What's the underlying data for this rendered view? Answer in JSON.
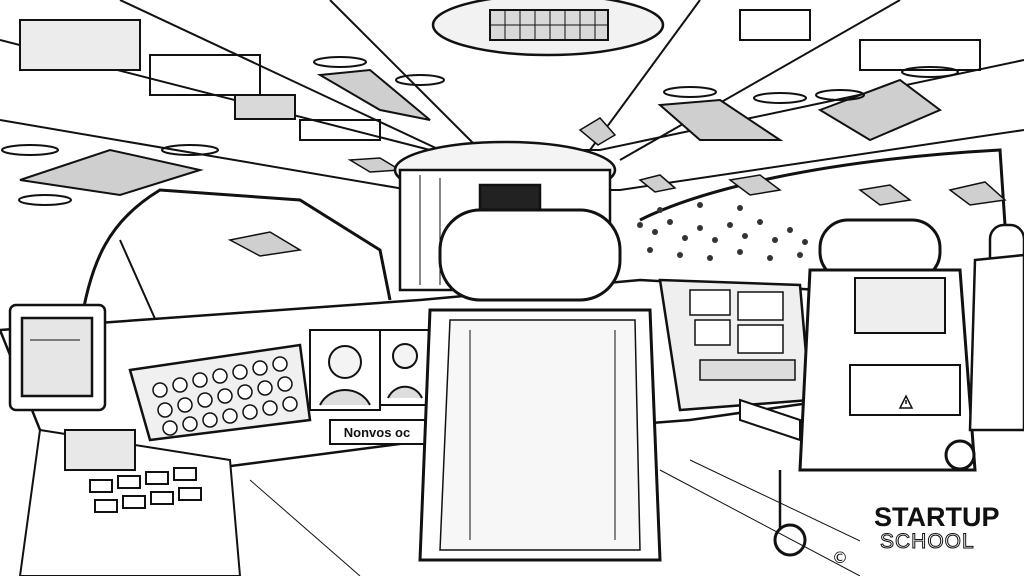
{
  "scene": {
    "cockpit_panel_text": "Nonvos oc",
    "brand_logo": {
      "line1": "STARTUP",
      "line2": "SCHOOL"
    },
    "copyright_mark": "©",
    "icons": [
      "ceiling-vent-icon",
      "drone-icon",
      "warning-triangle-icon",
      "seat-icon",
      "monitor-icon"
    ],
    "colors": {
      "ink": "#111111",
      "paper": "#ffffff",
      "shade": "#d9d9d9"
    }
  }
}
